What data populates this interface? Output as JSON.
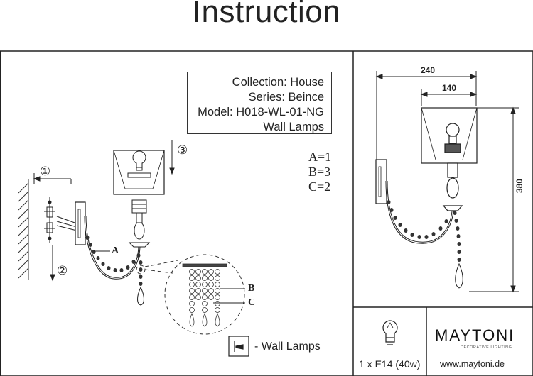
{
  "header": {
    "title": "Instruction"
  },
  "info": {
    "collection": "Collection:  House",
    "series": "Series: Beince",
    "model": "Model: H018-WL-01-NG",
    "category": "Wall Lamps"
  },
  "parts": {
    "a": "A=1",
    "b": "B=3",
    "c": "C=2"
  },
  "steps": {
    "s1": "①",
    "s2": "②",
    "s3": "③"
  },
  "labels": {
    "a": "A",
    "b": "B",
    "c": "C"
  },
  "dimensions": {
    "width": "240",
    "shade_width": "140",
    "height": "380"
  },
  "legend": {
    "text": "- Wall Lamps"
  },
  "bulb": {
    "spec": "1 x E14 (40w)"
  },
  "brand": {
    "name": "MAYTONI",
    "tagline": "DECORATIVE LIGHTING",
    "website": "www.maytoni.de"
  }
}
